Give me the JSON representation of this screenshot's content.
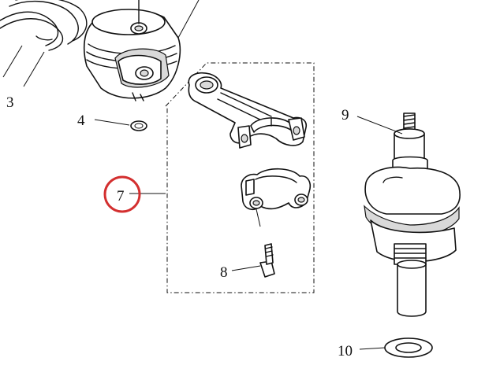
{
  "callouts": {
    "piston_ring": "3",
    "piston_pin_clip": "4",
    "connecting_rod_assy": "7",
    "rod_bolt": "8",
    "crankshaft": "9",
    "crank_washer": "10"
  },
  "highlight": {
    "target": "7",
    "color": "#d32f2f"
  }
}
